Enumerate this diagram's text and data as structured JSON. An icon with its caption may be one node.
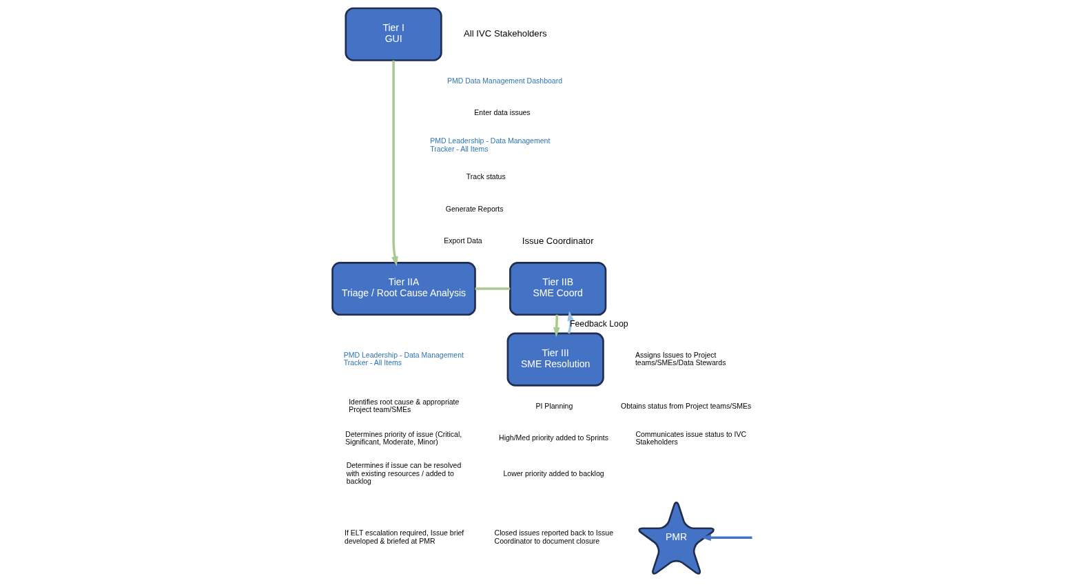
{
  "diagram": {
    "nodes": [
      {
        "text": [
          "Tier I",
          "GUI"
        ]
      },
      {
        "text": [
          "Tier IIA",
          "Triage / Root Cause Analysis"
        ]
      },
      {
        "text": [
          "Tier IIB",
          "SME Coord"
        ]
      },
      {
        "text": [
          "Tier III",
          "SME Resolution"
        ]
      },
      {
        "text": [
          "PMR"
        ]
      }
    ],
    "edges": [
      {
        "from": 0,
        "to": 1,
        "arrow": "to"
      },
      {
        "from": 1,
        "to": 2,
        "arrow": "none"
      },
      {
        "from": 2,
        "to": 3,
        "arrow": "to"
      },
      {
        "from": 3,
        "to": 2,
        "arrow": "to",
        "label": "Feedback Loop",
        "color": "#9dc3e6"
      },
      {
        "from": null,
        "to": 4,
        "arrow": "to",
        "color": "#4472c4"
      }
    ],
    "labels": [
      "All IVC Stakeholders",
      "PMD Data Management Dashboard",
      "Enter data issues",
      "PMD Leadership - Data Management Tracker - All Items",
      "Track status",
      "Generate Reports",
      "Export Data",
      "Issue Coordinator",
      "PMD Leadership - Data Management Tracker - All Items",
      "Identifies root cause & appropriate Project team/SMEs",
      "Determines priority of issue (Critical, Significant, Moderate, Minor)",
      "Determines if issue can be resolved with existing resources / added to backlog",
      "If ELT escalation required, Issue brief developed & briefed at PMR",
      "Assigns Issues to Project teams/SMEs/Data Stewards",
      "Obtains status from Project teams/SMEs",
      "Communicates issue status to IVC Stakeholders",
      "PI Planning",
      "High/Med priority added to Sprints",
      "Lower priority added to backlog",
      "Closed issues reported back to Issue Coordinator to document closure"
    ]
  }
}
